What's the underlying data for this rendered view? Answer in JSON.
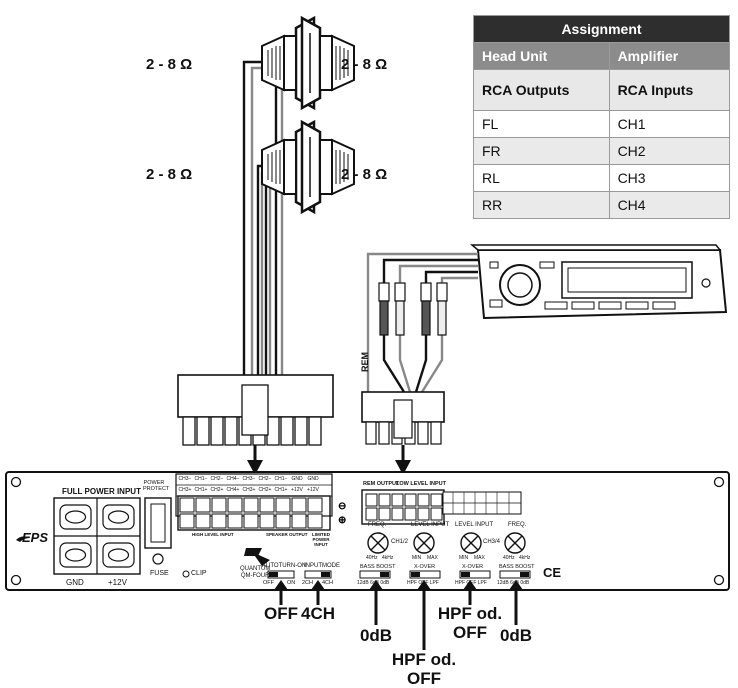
{
  "speakers": {
    "impedance_label": "2 - 8 Ω"
  },
  "table": {
    "title": "Assignment",
    "col_head_unit": "Head Unit",
    "col_amplifier": "Amplifier",
    "sub_head_unit": "RCA Outputs",
    "sub_amplifier": "RCA Inputs",
    "rows": [
      {
        "head_unit": "FL",
        "amplifier": "CH1"
      },
      {
        "head_unit": "FR",
        "amplifier": "CH2"
      },
      {
        "head_unit": "RL",
        "amplifier": "CH3"
      },
      {
        "head_unit": "RR",
        "amplifier": "CH4"
      }
    ]
  },
  "connector": {
    "rem_label": "REM"
  },
  "amplifier": {
    "full_power_input": "FULL POWER INPUT",
    "gnd": "GND",
    "plus12v": "+12V",
    "power_protect": "POWER PROTECT",
    "fuse": "FUSE",
    "clip": "CLIP",
    "brand_eps": "EPS",
    "model_line1": "QUANTUM",
    "model_line2": "QM-FOUR",
    "terminal_top": [
      "CH3−",
      "CH1−",
      "CH2−",
      "CH4−",
      "CH3−",
      "CH2−",
      "CH1−",
      "GND",
      "GND"
    ],
    "terminal_bottom": [
      "CH3+",
      "CH1+",
      "CH2+",
      "CH4+",
      "CH3+",
      "CH2+",
      "CH1+",
      "+12V",
      "+12V"
    ],
    "high_level_input": "HIGH LEVEL INPUT",
    "speaker_output": "SPEAKER OUTPUT",
    "limited_power_input": "LIMITED POWER INPUT",
    "rem_output": "REM OUTPUT",
    "low_level_input": "LOW LEVEL INPUT",
    "autoturn_on": "AUTOTURN-ON",
    "autoturn_opts": [
      "OFF",
      "ON"
    ],
    "input_mode": "INPUTMODE",
    "input_mode_opts": [
      "2CH",
      "4CH"
    ],
    "freq": "FREQ.",
    "level_input": "LEVEL INPUT",
    "ch12": "CH1/2",
    "ch34": "CH3/4",
    "freq_min": "40Hz",
    "freq_max": "4kHz",
    "level_min": "MIN",
    "level_max": "MAX",
    "bass_boost": "BASS BOOST",
    "bass_opts": "12dB 6dB 0dB",
    "xover": "X-OVER",
    "xover_opts": "HPF OFF LPF",
    "ce_mark": "CE"
  },
  "settings": {
    "autoturn": "OFF",
    "input_mode": "4CH",
    "bass_boost_12": "0dB",
    "xover_12_line1": "HPF od.",
    "xover_12_line2": "OFF",
    "xover_34_line1": "HPF od.",
    "xover_34_line2": "OFF",
    "bass_boost_34": "0dB"
  }
}
